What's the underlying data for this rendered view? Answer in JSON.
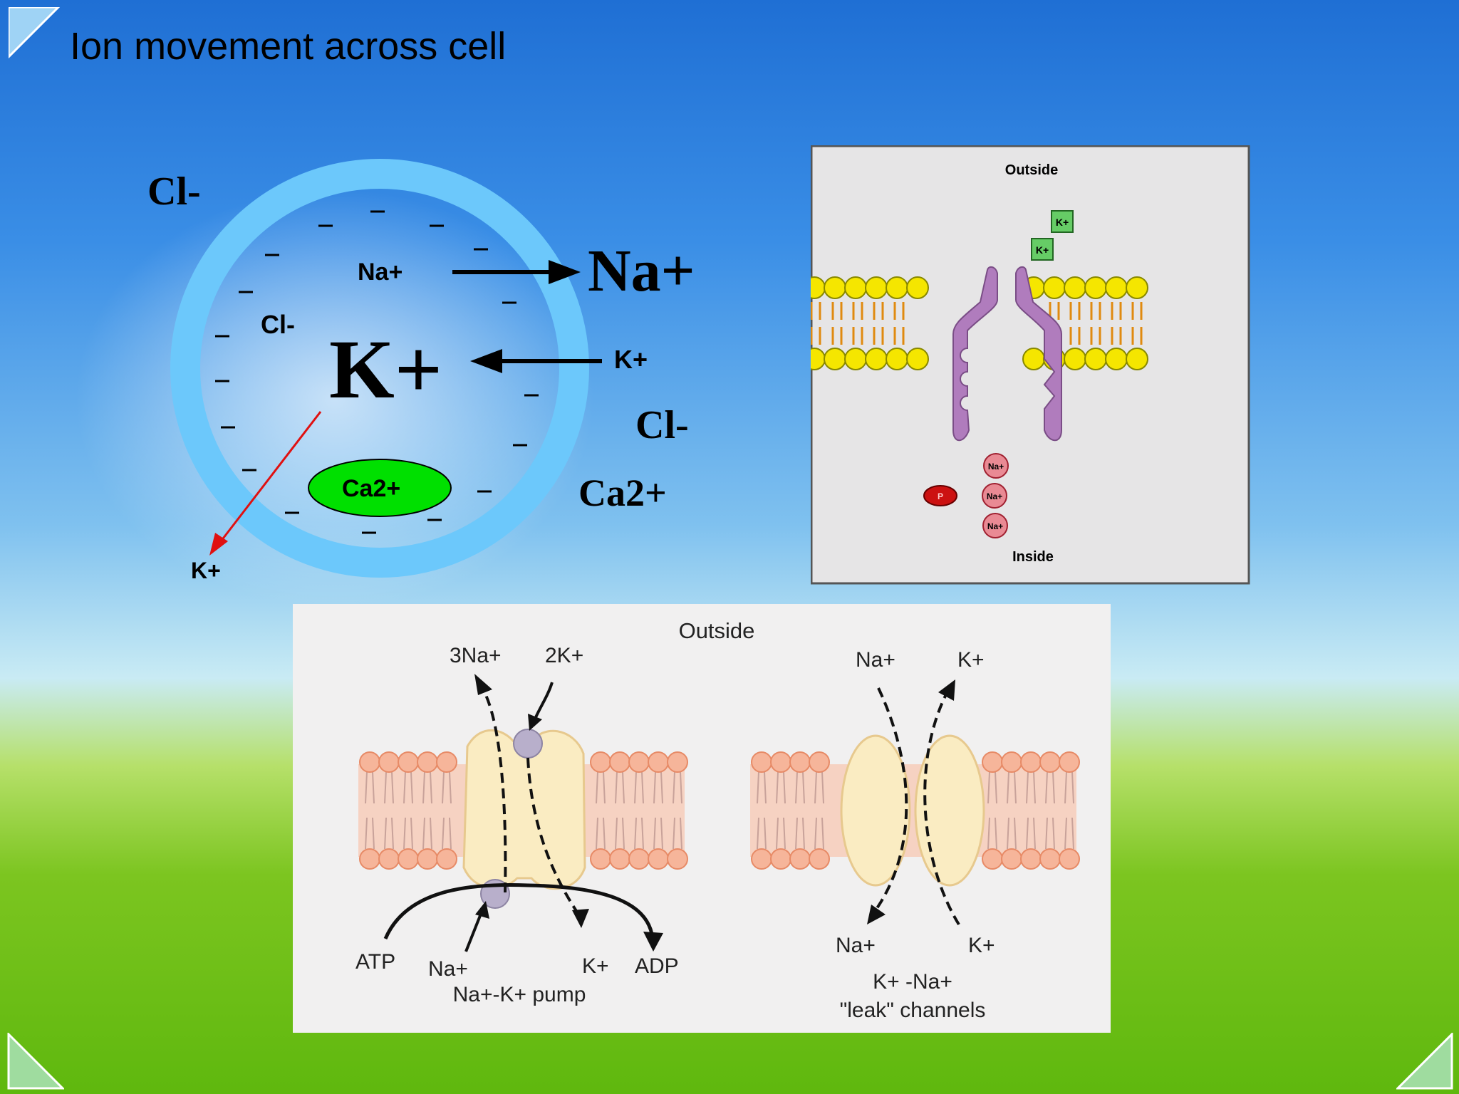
{
  "slide": {
    "title": "Ion movement across cell"
  },
  "cell_diagram": {
    "cl_outside_top": "Cl-",
    "na_inside": "Na+",
    "na_outside": "Na+",
    "cl_inside": "Cl-",
    "k_inside": "K+",
    "k_outside": "K+",
    "cl_outside_right": "Cl-",
    "ca_inside": "Ca2+",
    "ca_outside": "Ca2+",
    "k_leak": "K+"
  },
  "channel_diagram": {
    "outside": "Outside",
    "inside": "Inside",
    "k_ions": [
      "K+",
      "K+"
    ],
    "na_ions": [
      "Na+",
      "Na+",
      "Na+"
    ],
    "p_label": "P"
  },
  "pump_diagram": {
    "outside": "Outside",
    "three_na": "3Na+",
    "two_k": "2K+",
    "atp": "ATP",
    "na_in": "Na+",
    "k_in": "K+",
    "adp": "ADP",
    "pump_label": "Na+-K+ pump",
    "leak_na_top": "Na+",
    "leak_k_top": "K+",
    "leak_na_bottom": "Na+",
    "leak_k_bottom": "K+",
    "leak_label_1": "K+ -Na+",
    "leak_label_2": "\"leak\" channels"
  },
  "colors": {
    "membrane_ring": "#6cc8fb",
    "ca_ellipse": "#00e000",
    "channel_protein": "#b07cbd",
    "lipid_head": "#f5e600",
    "arrow_red": "#e01010"
  }
}
